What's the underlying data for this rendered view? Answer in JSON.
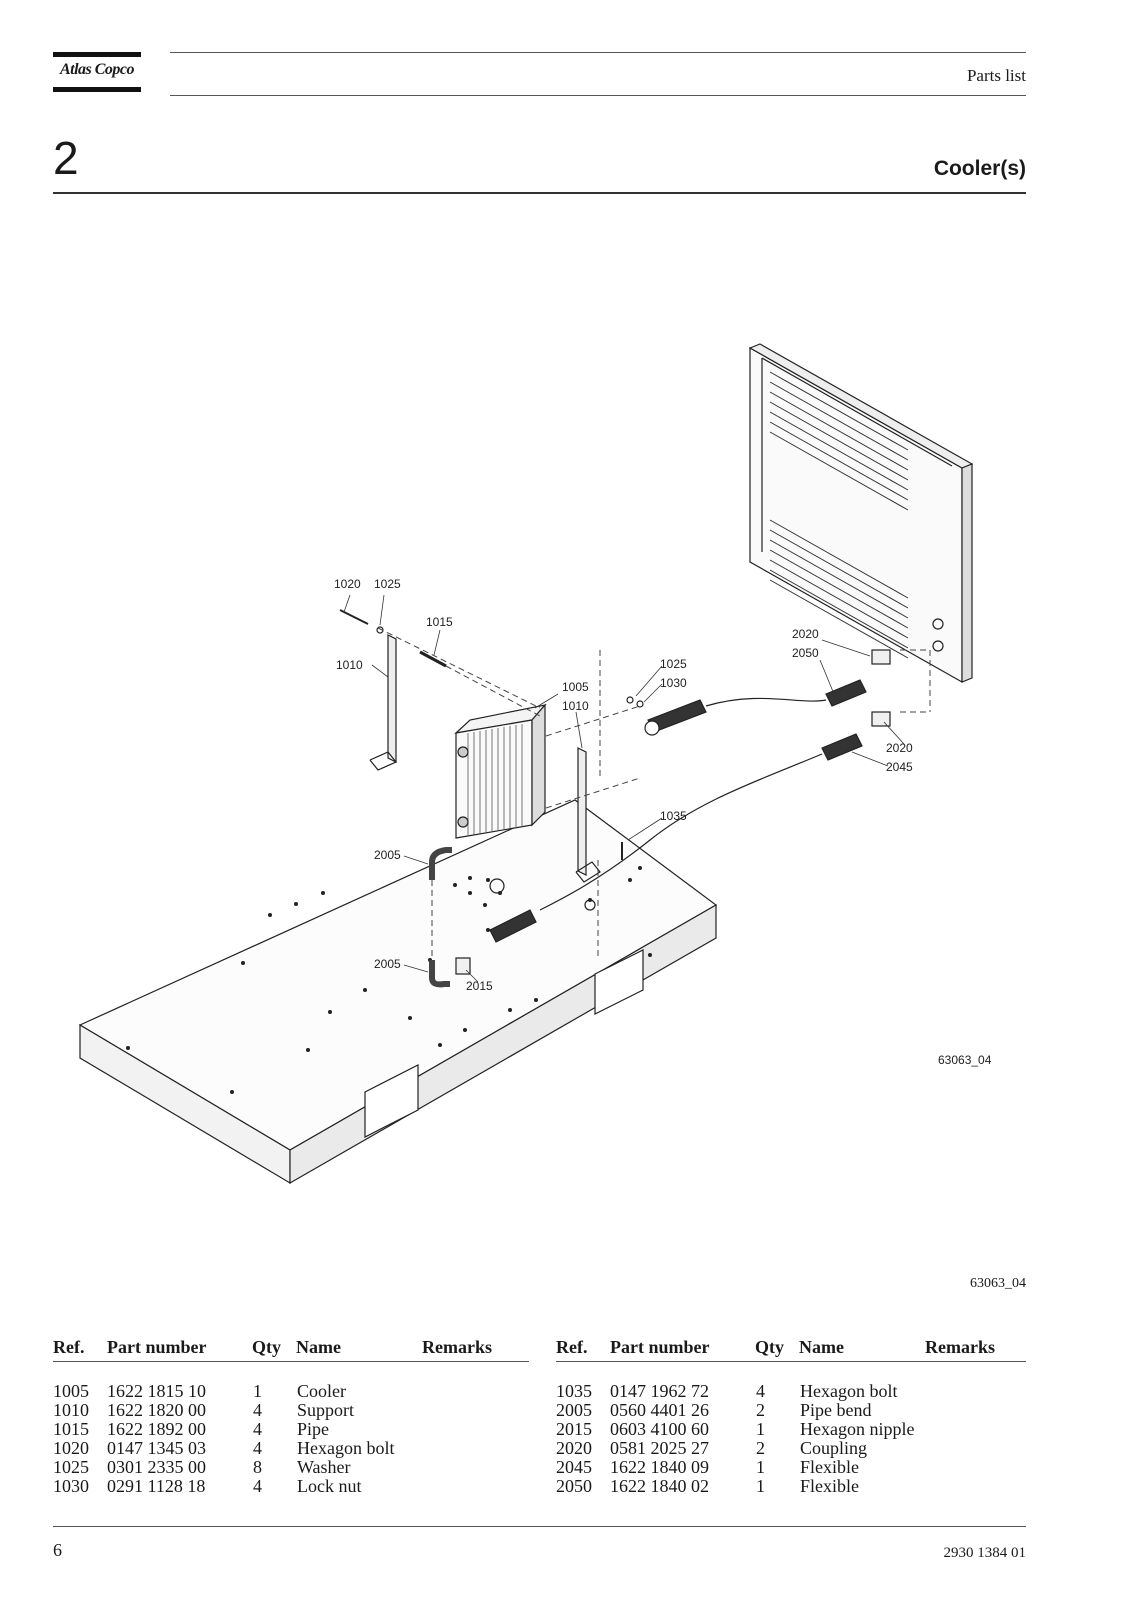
{
  "header": {
    "logo": "Atlas Copco",
    "label": "Parts list"
  },
  "section": {
    "number": "2",
    "title": "Cooler(s)"
  },
  "figure": {
    "callouts": {
      "c1020": "1020",
      "c1025a": "1025",
      "c1015": "1015",
      "c1010a": "1010",
      "c1005": "1005",
      "c1010b": "1010",
      "c1025b": "1025",
      "c1030": "1030",
      "c2020a": "2020",
      "c2050": "2050",
      "c2020b": "2020",
      "c2045": "2045",
      "c1035": "1035",
      "c2005a": "2005",
      "c2005b": "2005",
      "c2015": "2015"
    },
    "image_ref": "63063_04"
  },
  "drawing_ref": "63063_04",
  "parts_table": {
    "headers": {
      "ref": "Ref.",
      "part_number": "Part number",
      "qty": "Qty",
      "name": "Name",
      "remarks": "Remarks"
    },
    "left": [
      {
        "ref": "1005",
        "part_number": "1622 1815 10",
        "qty": "1",
        "name": "Cooler",
        "remarks": ""
      },
      {
        "ref": "1010",
        "part_number": "1622 1820 00",
        "qty": "4",
        "name": "Support",
        "remarks": ""
      },
      {
        "ref": "1015",
        "part_number": "1622 1892 00",
        "qty": "4",
        "name": "Pipe",
        "remarks": ""
      },
      {
        "ref": "1020",
        "part_number": "0147 1345 03",
        "qty": "4",
        "name": "Hexagon bolt",
        "remarks": ""
      },
      {
        "ref": "1025",
        "part_number": "0301 2335 00",
        "qty": "8",
        "name": "Washer",
        "remarks": ""
      },
      {
        "ref": "1030",
        "part_number": "0291 1128 18",
        "qty": "4",
        "name": "Lock nut",
        "remarks": ""
      }
    ],
    "right": [
      {
        "ref": "1035",
        "part_number": "0147 1962 72",
        "qty": "4",
        "name": "Hexagon bolt",
        "remarks": ""
      },
      {
        "ref": "2005",
        "part_number": "0560 4401 26",
        "qty": "2",
        "name": "Pipe bend",
        "remarks": ""
      },
      {
        "ref": "2015",
        "part_number": "0603 4100 60",
        "qty": "1",
        "name": "Hexagon nipple",
        "remarks": ""
      },
      {
        "ref": "2020",
        "part_number": "0581 2025 27",
        "qty": "2",
        "name": "Coupling",
        "remarks": ""
      },
      {
        "ref": "2045",
        "part_number": "1622 1840 09",
        "qty": "1",
        "name": "Flexible",
        "remarks": ""
      },
      {
        "ref": "2050",
        "part_number": "1622 1840 02",
        "qty": "1",
        "name": "Flexible",
        "remarks": ""
      }
    ]
  },
  "footer": {
    "page_number": "6",
    "document_number": "2930 1384 01"
  }
}
